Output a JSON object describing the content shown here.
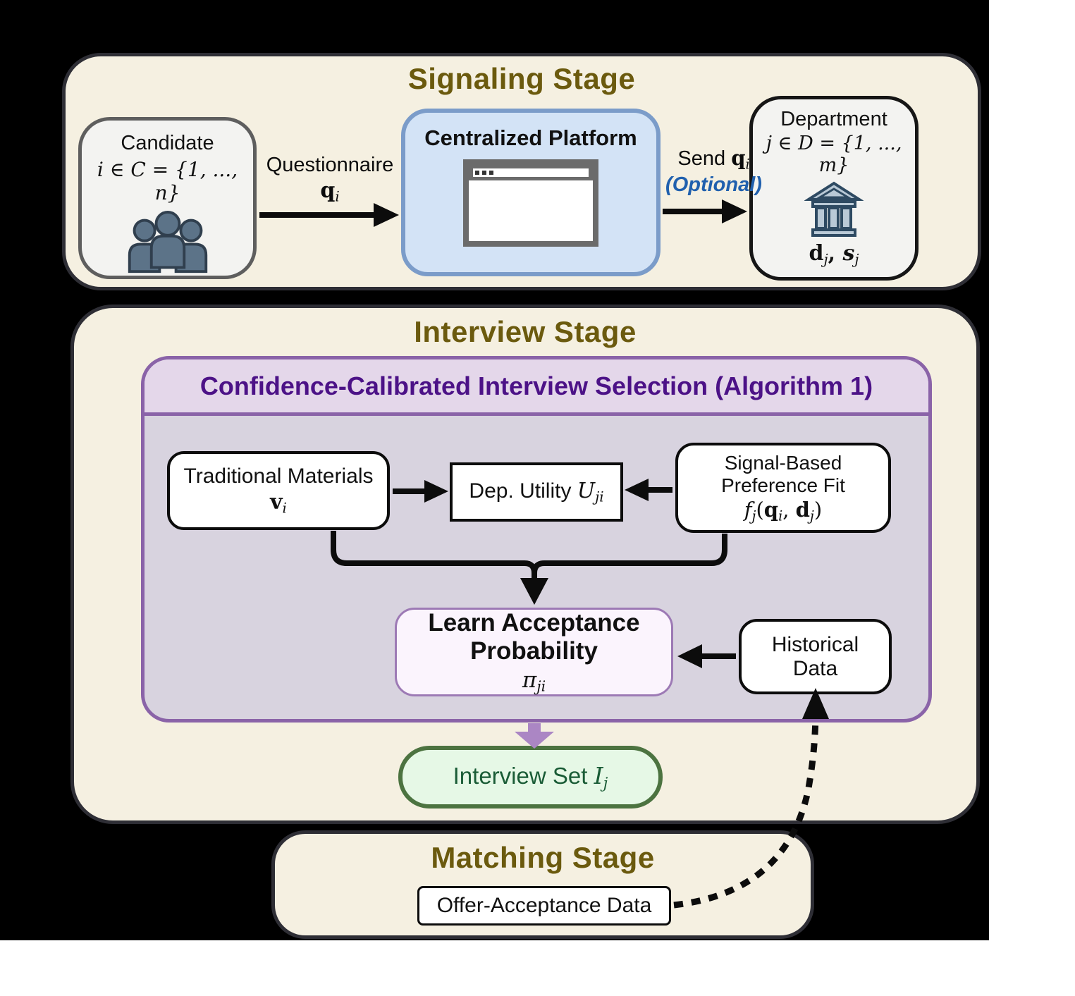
{
  "colors": {
    "backdrop": "#000000",
    "stage_fill": "#f5f0e1",
    "stage_border": "#2e2e35",
    "stage_title": "#6b5a0e",
    "platform_fill": "#d3e3f6",
    "platform_border": "#7b9cc9",
    "gray_node_fill": "#f3f3f1",
    "purple_border": "#8a63a8",
    "purple_header_fill": "#e4d7ea",
    "purple_body_fill": "#d8d3df",
    "purple_title": "#4c1287",
    "learn_fill": "#fbf4fd",
    "learn_border": "#9d7ab5",
    "green_fill": "#e6f8e6",
    "green_border": "#4c7340",
    "green_text": "#1a5c36",
    "optional_blue": "#2060ae",
    "people_icon": "#5c7388",
    "bank_icon_fill": "#b9c9d6",
    "bank_icon_stroke": "#2e4a62",
    "purple_arrow": "#ab86c4",
    "arrow_black": "#0c0c0c"
  },
  "signaling": {
    "title": "Signaling Stage",
    "candidate": {
      "title": "Candidate",
      "math": "i ∈ C = {1, ..., n}"
    },
    "questionnaire": {
      "label": "Questionnaire",
      "base": "q",
      "sub": "i"
    },
    "platform": {
      "title": "Centralized Platform"
    },
    "send": {
      "prefix": "Send ",
      "base": "q",
      "sub": "i",
      "optional": "(Optional)"
    },
    "department": {
      "title": "Department",
      "math": "j ∈ D = {1, ..., m}",
      "var1": "d",
      "var1_sub": "j",
      "sep": ", ",
      "var2": "s",
      "var2_sub": "j"
    }
  },
  "interview": {
    "title": "Interview Stage",
    "algorithm_title": "Confidence-Calibrated Interview Selection (Algorithm 1)",
    "traditional": {
      "line1": "Traditional Materials",
      "base": "v",
      "sub": "i"
    },
    "dep_utility": {
      "label": "Dep. Utility ",
      "base": "U",
      "sub": "ji"
    },
    "signal": {
      "line1": "Signal-Based",
      "line2": "Preference Fit",
      "f": "f",
      "f_sub": "j",
      "open": "(",
      "q": "q",
      "q_sub": "i",
      "comma": ", ",
      "d": "d",
      "d_sub": "j",
      "close": ")"
    },
    "learn": {
      "line1": "Learn Acceptance",
      "line2": "Probability",
      "pi": "π",
      "pi_sub": "ji"
    },
    "historical": {
      "line1": "Historical",
      "line2": "Data"
    },
    "interview_set": {
      "label": "Interview Set ",
      "base": "I",
      "sub": "j"
    }
  },
  "matching": {
    "title": "Matching Stage",
    "offer_box": "Offer-Acceptance Data"
  }
}
